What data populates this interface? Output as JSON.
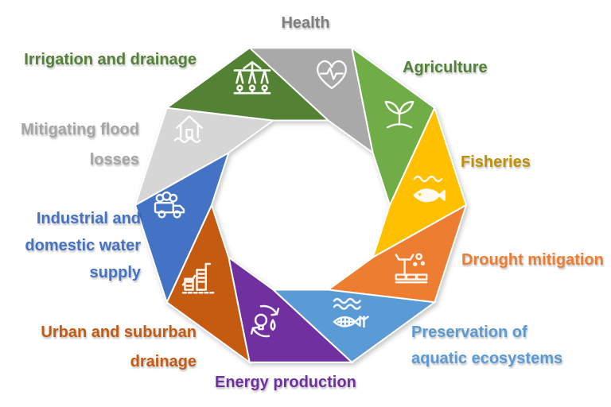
{
  "diagram": {
    "type": "cycle-ring-decagon",
    "background": "#ffffff",
    "segments": [
      {
        "id": "health",
        "label": "Health",
        "segment_color": "#A9A9A9",
        "label_color": "#7F7F7F",
        "icon": "heart-pulse-icon"
      },
      {
        "id": "agriculture",
        "label": "Agriculture",
        "segment_color": "#70AD47",
        "label_color": "#538135",
        "icon": "seedling-icon"
      },
      {
        "id": "fisheries",
        "label": "Fisheries",
        "segment_color": "#FFC000",
        "label_color": "#BF9000",
        "icon": "fish-waves-icon"
      },
      {
        "id": "drought",
        "label": "Drought mitigation",
        "segment_color": "#ED7D31",
        "label_color": "#ED7D31",
        "icon": "sprinkler-drops-icon"
      },
      {
        "id": "aquatic",
        "label": "Preservation of\naquatic ecosystems",
        "segment_color": "#5B9BD5",
        "label_color": "#5B9BD5",
        "icon": "fish-skeleton-waves-icon"
      },
      {
        "id": "energy",
        "label": "Energy production",
        "segment_color": "#7030A0",
        "label_color": "#7030A0",
        "icon": "bulb-recycle-icon"
      },
      {
        "id": "urban",
        "label": "Urban and suburban\ndrainage",
        "segment_color": "#C55A11",
        "label_color": "#C55A11",
        "icon": "city-drainage-icon"
      },
      {
        "id": "industrial",
        "label": "Industrial and\ndomestic water\nsupply",
        "segment_color": "#4472C4",
        "label_color": "#4472C4",
        "icon": "water-truck-icon"
      },
      {
        "id": "flood",
        "label": "Mitigating flood\nlosses",
        "segment_color": "#D6D6D6",
        "label_color": "#A6A6A6",
        "icon": "flooded-house-icon"
      },
      {
        "id": "irrigation",
        "label": "Irrigation and drainage",
        "segment_color": "#548235",
        "label_color": "#538135",
        "icon": "pivot-irrigation-icon"
      }
    ]
  }
}
